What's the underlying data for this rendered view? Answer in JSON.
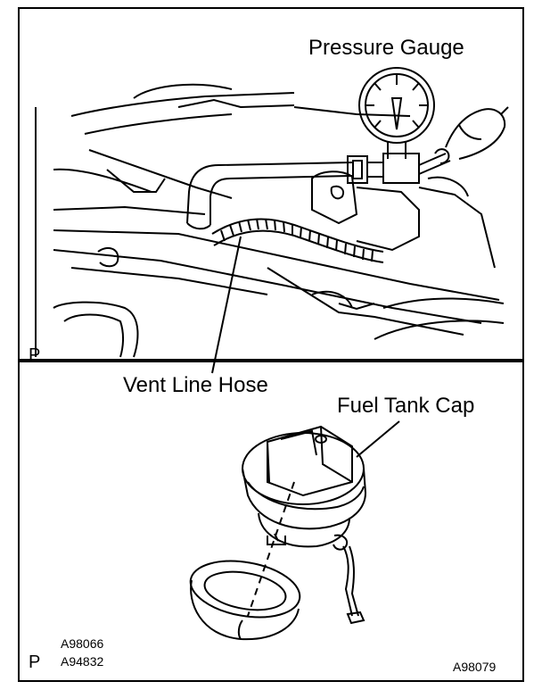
{
  "labels": {
    "pressure_gauge": "Pressure Gauge",
    "vent_line_hose": "Vent Line Hose",
    "fuel_tank_cap": "Fuel Tank Cap"
  },
  "markers": {
    "top_panel": "P",
    "bottom_panel": "P"
  },
  "codes": {
    "code_1": "A98066",
    "code_2": "A94832",
    "code_3": "A98079"
  }
}
